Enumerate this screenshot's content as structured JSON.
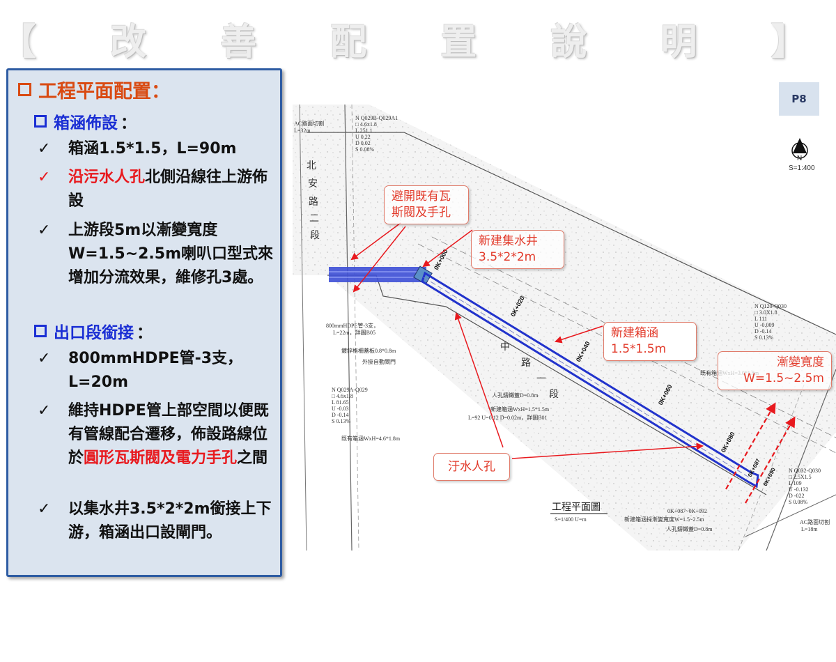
{
  "title": "【 改 善 配 置 說 明 】",
  "panel": {
    "heading1": "工程平面配置：",
    "section1": {
      "heading": "箱涵佈設",
      "colon": "：",
      "items": [
        "箱涵1.5*1.5，L=90m",
        "北側沿線往上游佈設",
        "上游段5m以漸變寬度W=1.5~2.5m喇叭口型式來增加分流效果，維修孔3處。"
      ],
      "item2_red": "沿污水人孔"
    },
    "section2": {
      "heading": "出口段銜接",
      "colon": "：",
      "items": [
        "800mmHDPE管-3支，L=20m",
        "維持HDPE管上部空間以便既有管線配合遷移，佈設路線位於",
        "之間",
        "以集水井3.5*2*2m銜接上下游，箱涵出口設閘門。"
      ],
      "item2_red": "圓形瓦斯閥及電力手孔"
    }
  },
  "check_mark": "✓",
  "page_number": "P8",
  "callouts": {
    "avoid": "避開既有瓦斯閥及手孔",
    "sump": "新建集水井3.5*2*2m",
    "culvert": "新建箱涵1.5*1.5m",
    "gradual": "漸變寬度W=1.5~2.5m",
    "manhole": "汙水人孔"
  },
  "drawing": {
    "scale": "S=1:400",
    "north": "N",
    "road_north": [
      "北",
      "安",
      "路",
      "二",
      "段"
    ],
    "road_main": [
      "中",
      "路",
      "一",
      "段"
    ],
    "plan_title": "工程平面圖",
    "plan_scale": "S=1/400  U=m",
    "ac_cut_top": "AC路面切割",
    "ac_cut_top_len": "L=32m",
    "ac_cut_bottom": "AC路面切割",
    "ac_cut_bottom_len": "L=18m",
    "q1": [
      "N  Q029B-Q029A1",
      "□  4.6x1.8",
      "L   251.1",
      "U   0.22",
      "D   0.02",
      "S   0.08%"
    ],
    "q2": [
      "N  Q029A-Q029",
      "□  4.6x1.8",
      "L   81.65",
      "U   -0.03",
      "D   -0.14",
      "S   0.13%"
    ],
    "q3": [
      "N  Q120-Q030",
      "□  3.0X1.8",
      "L   111",
      "U   -0.009",
      "D   -0.14",
      "S   0.13%"
    ],
    "q4": [
      "N  Q032-Q030",
      "□  2.5X1.5",
      "L   109",
      "U   -0.132",
      "D   -022",
      "S   0.08%"
    ],
    "hdpe_note": [
      "800mmHDPE管-3支，",
      "L=22m，詳圖B05"
    ],
    "grate_note": "鍍鋅格柵蓋板0.8*0.8m",
    "gate_note": "外掛自動閘門",
    "existing_culvert": "既有箱涵WxH=4.6*1.8m",
    "existing_culvert_right": "既有箱涵WxH=3.0*1.8m",
    "manhole_cover1": "人孔鑄鐵蓋D=0.8m",
    "new_culvert_note": [
      "新建箱涵WxH=1.5*1.5m",
      "L=92 U=0.12 D=0.02m，詳圖B01"
    ],
    "bottom_notes": [
      "0K+087~0K+092",
      "新建箱涵採漸變寬度W=1.5~2.5m",
      "人孔鑄鐵蓋D=0.8m"
    ],
    "stations": [
      "0K+000",
      "0K+020",
      "0K+040",
      "0K+060",
      "0K+080",
      "0K+087",
      "0K+090"
    ]
  },
  "colors": {
    "culvert": "#2233cc",
    "callout_red": "#e23a2a",
    "arrow_red": "#e8191e",
    "heading_orange": "#d94a12",
    "heading_blue": "#1b2fd4"
  }
}
